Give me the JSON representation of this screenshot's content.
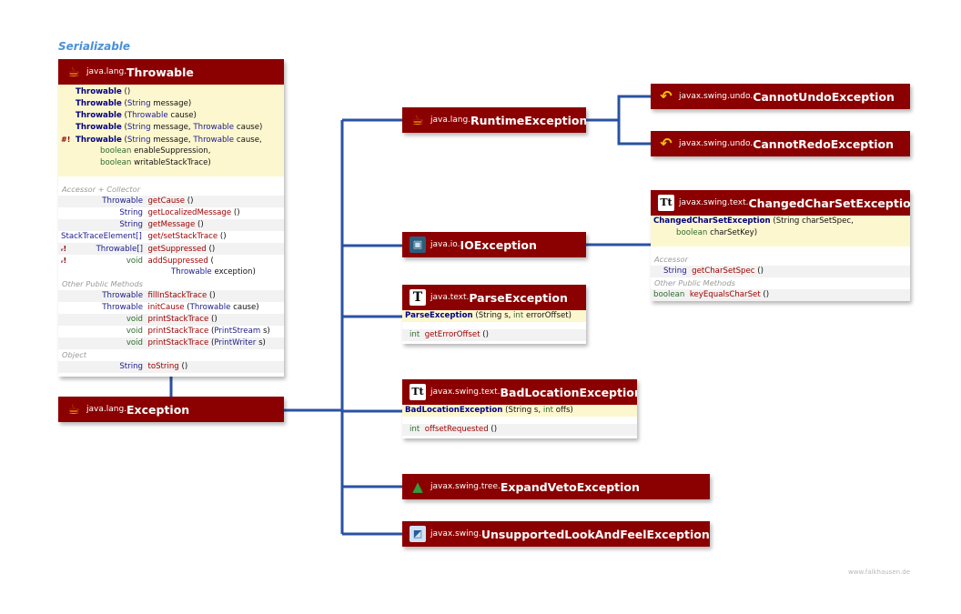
{
  "interface_label": "Serializable",
  "colors": {
    "header": "#8b0000",
    "connector": "#2952a3",
    "ctor_bg": "#fdf7cf",
    "interface": "#4a90d9"
  },
  "throwable": {
    "pkg": "java.lang.",
    "name": "Throwable",
    "icon": "coffee-cup-icon",
    "ctors": [
      {
        "flag": "",
        "name": "Throwable",
        "params": " ()"
      },
      {
        "flag": "",
        "name": "Throwable",
        "params": " (",
        "t1": "String",
        "p1": " message)"
      },
      {
        "flag": "",
        "name": "Throwable",
        "params": " (",
        "t1": "Throwable",
        "p1": " cause)"
      },
      {
        "flag": "",
        "name": "Throwable",
        "params": " (",
        "t1": "String",
        "p1": " message, ",
        "t2": "Throwable",
        "p2": " cause)"
      },
      {
        "flag": "#!",
        "name": "Throwable",
        "params": " (",
        "t1": "String",
        "p1": " message, ",
        "t2": "Throwable",
        "p2": " cause,"
      }
    ],
    "ctor_cont": [
      {
        "type": "boolean",
        "text": " enableSuppression,"
      },
      {
        "type": "boolean",
        "text": " writableStackTrace)"
      }
    ],
    "sec_accessor": "Accessor + Collector",
    "accessor_methods": [
      {
        "flag": "",
        "ret": "Throwable",
        "name": "getCause",
        "args": " ()"
      },
      {
        "flag": "",
        "ret": "String",
        "name": "getLocalizedMessage",
        "args": " ()"
      },
      {
        "flag": "",
        "ret": "String",
        "name": "getMessage",
        "args": " ()"
      },
      {
        "flag": "",
        "ret": "StackTraceElement[]",
        "name": "get/setStackTrace",
        "args": " ()"
      },
      {
        "flag": "ᵣ!",
        "ret": "Throwable[]",
        "name": "getSuppressed",
        "args": " ()"
      },
      {
        "flag": "ᵣ!",
        "ret": "void",
        "name": "addSuppressed",
        "args": " ("
      }
    ],
    "add_suppressed_cont": {
      "type": "Throwable",
      "text": " exception)"
    },
    "sec_other": "Other Public Methods",
    "other_methods": [
      {
        "ret": "Throwable",
        "name": "fillInStackTrace",
        "args": " ()"
      },
      {
        "ret": "Throwable",
        "name": "initCause",
        "args": " (",
        "t1": "Throwable",
        "p1": " cause)"
      },
      {
        "ret": "void",
        "name": "printStackTrace",
        "args": " ()"
      },
      {
        "ret": "void",
        "name": "printStackTrace",
        "args": " (",
        "t1": "PrintStream",
        "p1": " s)"
      },
      {
        "ret": "void",
        "name": "printStackTrace",
        "args": " (",
        "t1": "PrintWriter",
        "p1": " s)"
      }
    ],
    "sec_object": "Object",
    "object_methods": [
      {
        "ret": "String",
        "name": "toString",
        "args": " ()"
      }
    ]
  },
  "exception": {
    "pkg": "java.lang.",
    "name": "Exception",
    "icon": "coffee-cup-icon"
  },
  "runtime": {
    "pkg": "java.lang.",
    "name": "RuntimeException",
    "icon": "coffee-cup-icon"
  },
  "cannot_undo": {
    "pkg": "javax.swing.undo.",
    "name": "CannotUndoException",
    "icon": "undo-arrow-icon"
  },
  "cannot_redo": {
    "pkg": "javax.swing.undo.",
    "name": "CannotRedoException",
    "icon": "undo-arrow-icon"
  },
  "ioexception": {
    "pkg": "java.io.",
    "name": "IOException",
    "icon": "floppy-disk-icon"
  },
  "changed_charset": {
    "pkg": "javax.swing.text.",
    "name": "ChangedCharSetException",
    "icon": "text-tt-icon",
    "ctor_name": "ChangedCharSetException",
    "ctor_args": " (String charSetSpec,",
    "ctor_cont_type": "boolean",
    "ctor_cont": " charSetKey)",
    "sec_accessor": "Accessor",
    "acc_ret": "String",
    "acc_name": "getCharSetSpec",
    "acc_args": " ()",
    "sec_other": "Other Public Methods",
    "oth_ret": "boolean",
    "oth_name": "keyEqualsCharSet",
    "oth_args": " ()"
  },
  "parse_exception": {
    "pkg": "java.text.",
    "name": "ParseException",
    "icon": "text-t-icon",
    "ctor_name": "ParseException",
    "ctor_args": " (String s, ",
    "ctor_type2": "int",
    "ctor_args2": " errorOffset)",
    "m_ret": "int",
    "m_name": "getErrorOffset",
    "m_args": " ()"
  },
  "bad_location": {
    "pkg": "javax.swing.text.",
    "name": "BadLocationException",
    "icon": "text-tt-icon",
    "ctor_name": "BadLocationException",
    "ctor_args": " (String s, ",
    "ctor_type2": "int",
    "ctor_args2": " offs)",
    "m_ret": "int",
    "m_name": "offsetRequested",
    "m_args": " ()"
  },
  "expand_veto": {
    "pkg": "javax.swing.tree.",
    "name": "ExpandVetoException",
    "icon": "tree-icon"
  },
  "unsupported_laf": {
    "pkg": "javax.swing.",
    "name": "UnsupportedLookAndFeelException",
    "icon": "look-and-feel-icon"
  },
  "watermark": "www.falkhausen.de"
}
